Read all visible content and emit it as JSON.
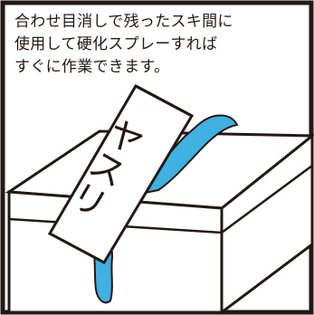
{
  "caption": {
    "lines": [
      "合わせ目消しで残ったスキ間に",
      "使用して硬化スプレーすれば",
      "すぐに作業できます。"
    ]
  },
  "tool_label": {
    "chars": [
      "ヤ",
      "ス",
      "リ"
    ]
  },
  "colors": {
    "ink": "#231815",
    "putty": "#3fb1e3",
    "paper": "#ffffff"
  }
}
